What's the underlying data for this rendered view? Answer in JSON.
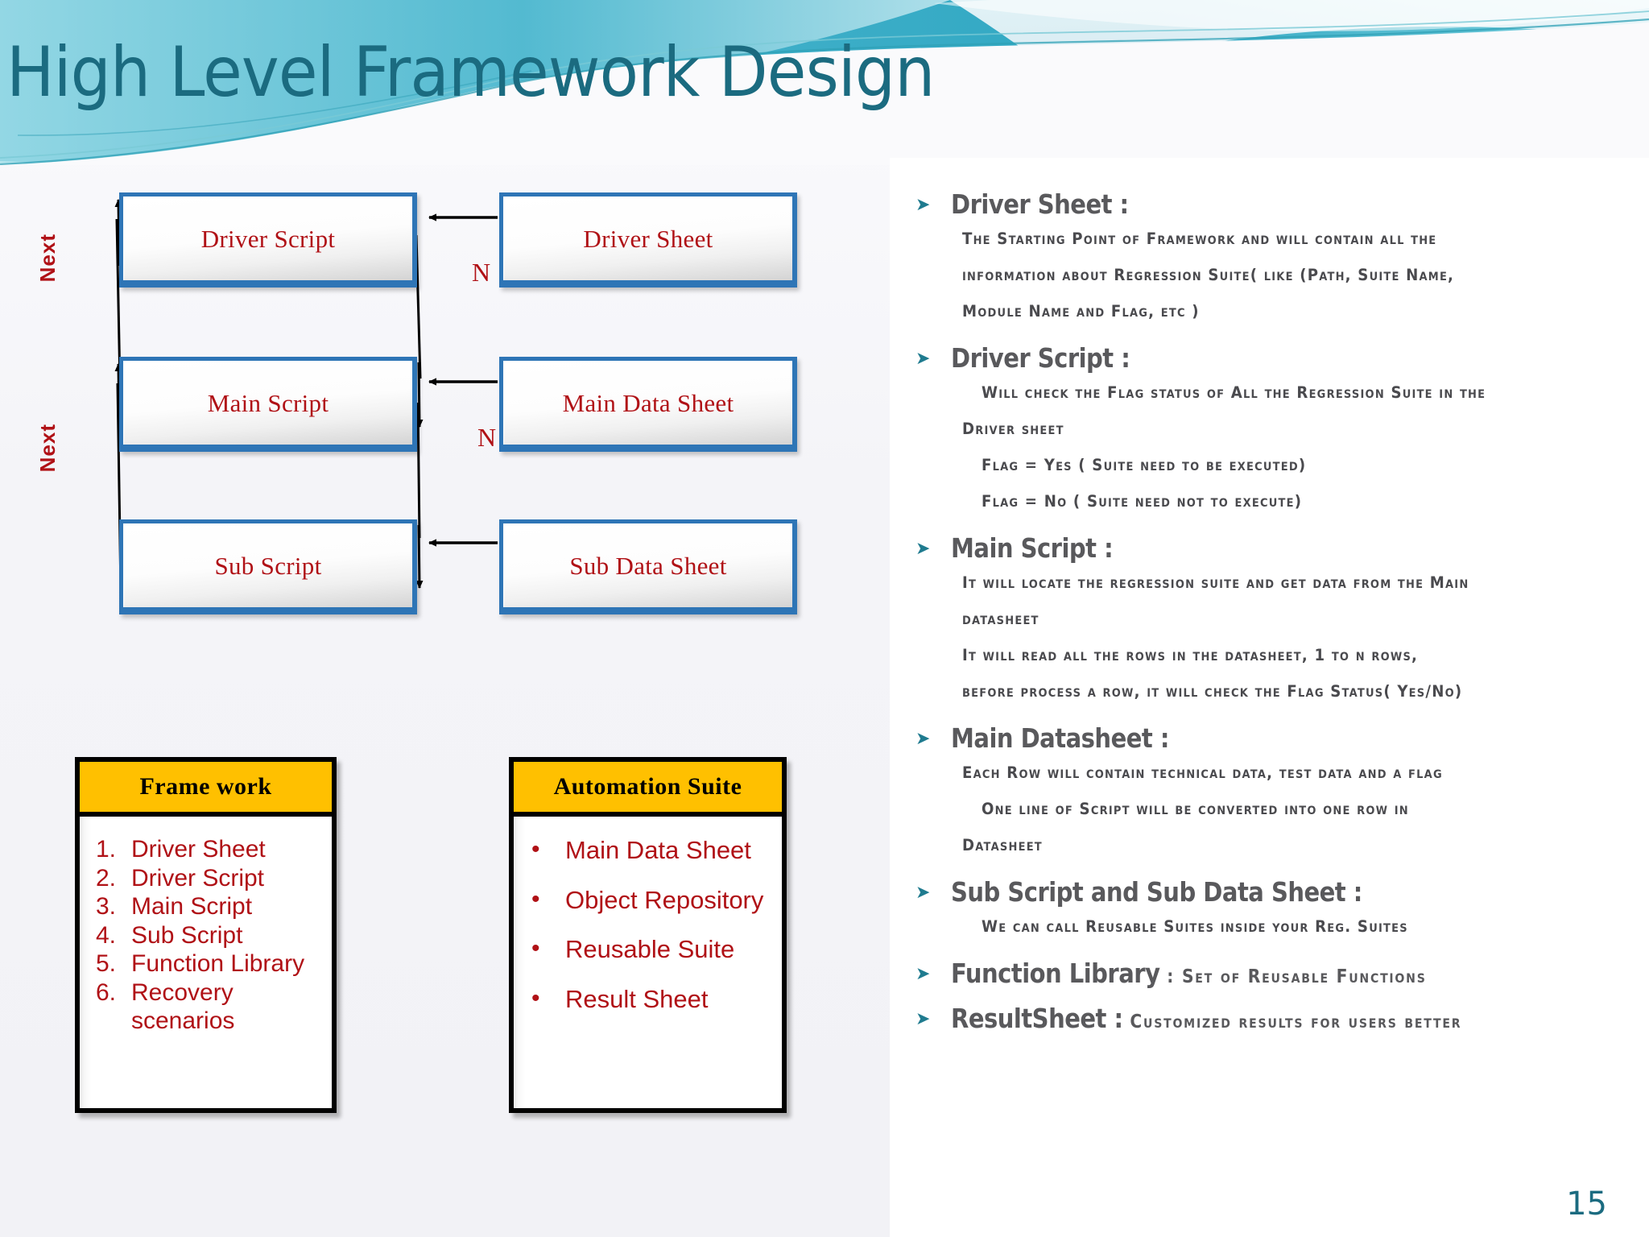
{
  "slide": {
    "title": "High Level Framework Design",
    "page_number": "15",
    "accent_teal": "#1b6b80",
    "accent_red": "#b01116",
    "accent_blue": "#2e75b6",
    "accent_yellow": "#FFC000"
  },
  "diagram": {
    "boxes": {
      "driver_script": "Driver Script",
      "driver_sheet": "Driver Sheet",
      "main_script": "Main Script",
      "main_data_sheet": "Main Data Sheet",
      "sub_script": "Sub Script",
      "sub_data_sheet": "Sub Data Sheet"
    },
    "loop_labels": {
      "next_1": "Next",
      "next_2": "Next",
      "n_1": "N",
      "n_2": "N"
    }
  },
  "framework_card": {
    "title": "Frame work",
    "items": [
      {
        "marker": "1.",
        "label": "Driver  Sheet"
      },
      {
        "marker": "2.",
        "label": "Driver  Script"
      },
      {
        "marker": "3.",
        "label": "Main Script"
      },
      {
        "marker": "4.",
        "label": "Sub Script"
      },
      {
        "marker": "5.",
        "label": "Function Library"
      },
      {
        "marker": "6.",
        "label": "Recovery"
      },
      {
        "marker": "",
        "label": "scenarios"
      }
    ]
  },
  "automation_suite_card": {
    "title": "Automation Suite",
    "items": [
      {
        "marker": "•",
        "label": "Main Data Sheet"
      },
      {
        "marker": "•",
        "label": "Object Repository"
      },
      {
        "marker": "•",
        "label": "Reusable Suite"
      },
      {
        "marker": "•",
        "label": "Result Sheet"
      }
    ]
  },
  "details": {
    "bullet_glyph": "➤",
    "sections": [
      {
        "heading": "Driver Sheet :",
        "heading_tail": "",
        "paragraphs": [
          {
            "text": "The Starting Point of Framework and will contain all the",
            "indent": false
          },
          {
            "text": "information about Regression Suite( like (Path, Suite Name,",
            "indent": false
          },
          {
            "text": "Module Name and Flag, etc )",
            "indent": false
          }
        ]
      },
      {
        "heading": "Driver Script :",
        "heading_tail": "",
        "paragraphs": [
          {
            "text": "Will check the Flag status of All the Regression Suite in the",
            "indent": true
          },
          {
            "text": "Driver sheet",
            "indent": false
          },
          {
            "text": "Flag = Yes ( Suite need to be executed)",
            "indent": true
          },
          {
            "text": "Flag = No ( Suite need not to execute)",
            "indent": true
          }
        ]
      },
      {
        "heading": "Main Script :",
        "heading_tail": "",
        "paragraphs": [
          {
            "text": "It will locate the regression suite and get data from the Main",
            "indent": false
          },
          {
            "text": "datasheet",
            "indent": false
          },
          {
            "text": "It will read all the rows in the datasheet, 1 to n rows,",
            "indent": false
          },
          {
            "text": "before process a row, it will check the Flag Status( Yes/No)",
            "indent": false
          }
        ]
      },
      {
        "heading": "Main Datasheet :",
        "heading_tail": "",
        "paragraphs": [
          {
            "text": "Each Row will contain technical data, test data and a flag",
            "indent": false
          },
          {
            "text": "One line of Script will be converted into one row in",
            "indent": true
          },
          {
            "text": "Datasheet",
            "indent": false
          }
        ]
      },
      {
        "heading": "Sub Script and Sub Data Sheet :",
        "heading_tail": "",
        "paragraphs": [
          {
            "text": "We can call Reusable Suites inside your Reg. Suites",
            "indent": true
          }
        ]
      },
      {
        "heading": "Function Library",
        "heading_tail": " : Set of Reusable Functions",
        "paragraphs": []
      },
      {
        "heading": "ResultSheet :",
        "heading_tail": "  Customized results for users better",
        "paragraphs": []
      }
    ]
  }
}
